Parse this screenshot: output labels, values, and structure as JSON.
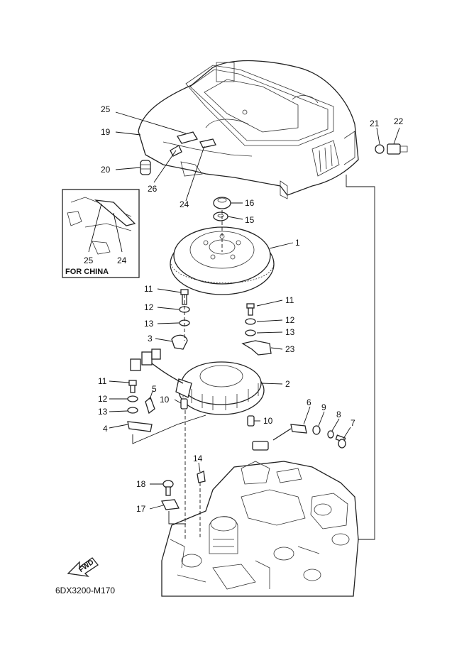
{
  "diagram": {
    "code": "6DX3200-M170",
    "inset_title": "FOR CHINA",
    "fwd_label": "FWD",
    "callouts": {
      "c1": "1",
      "c2": "2",
      "c3": "3",
      "c4": "4",
      "c5": "5",
      "c6": "6",
      "c7": "7",
      "c8": "8",
      "c9": "9",
      "c10a": "10",
      "c10b": "10",
      "c11a": "11",
      "c11b": "11",
      "c11c": "11",
      "c12a": "12",
      "c12b": "12",
      "c12c": "12",
      "c13a": "13",
      "c13b": "13",
      "c13c": "13",
      "c14": "14",
      "c15": "15",
      "c16": "16",
      "c17": "17",
      "c18": "18",
      "c19": "19",
      "c20": "20",
      "c21": "21",
      "c22": "22",
      "c23": "23",
      "c24": "24",
      "c25": "25",
      "c26": "26",
      "inset25": "25",
      "inset24": "24"
    }
  }
}
